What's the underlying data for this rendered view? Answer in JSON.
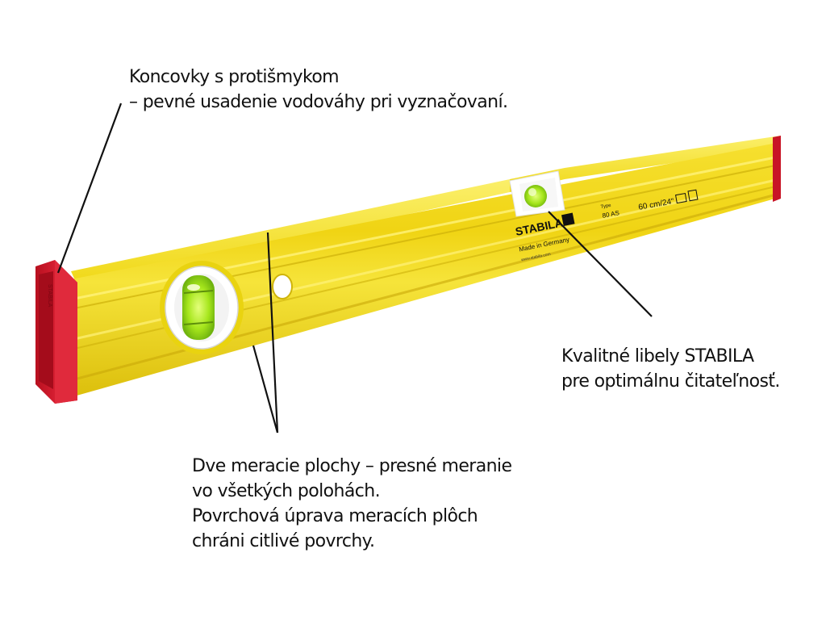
{
  "image": {
    "subject": "spirit-level-icon",
    "annotations": [
      {
        "id": "ends",
        "lines": [
          "Koncovky s protišmykom",
          "– pevné usadenie vodováhy pri vyznačovaní."
        ]
      },
      {
        "id": "vials",
        "lines": [
          "Kvalitné libely STABILA",
          "pre optimálnu čitateľnosť."
        ]
      },
      {
        "id": "faces",
        "lines": [
          "Dve meracie plochy – presné meranie",
          "vo všetkých polohách.",
          "Povrchová úprava meracích plôch",
          "chráni citlivé povrchy."
        ]
      }
    ]
  },
  "product_print": {
    "brand": "STABILA",
    "made_in": "Made in Germany",
    "website": "www.stabila.com",
    "type_label": "Type",
    "model": "80 AS",
    "length": "60 cm/24\"",
    "end_cap_text": "STABILA"
  },
  "colors": {
    "body_yellow": "#f3dd1f",
    "body_shadow": "#d8bd0c",
    "body_highlight": "#fbef6a",
    "end_cap_red": "#d0182c",
    "vial_green": "#a6e61c",
    "text": "#111111",
    "pointer_line": "#111111"
  }
}
